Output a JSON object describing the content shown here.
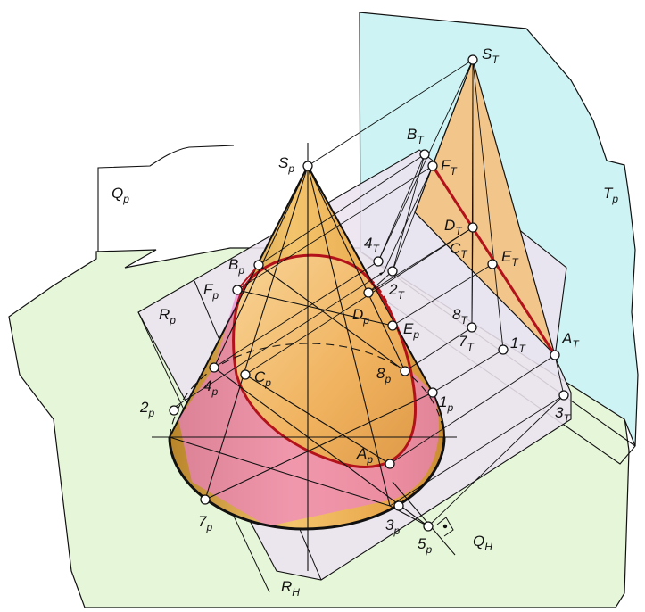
{
  "colors": {
    "ground": "#e6f7d9",
    "profile_plane": "#cdf3f4",
    "section_plane": "#ece3ef",
    "cone_dark": "#c89332",
    "cone_light": "#f2c26a",
    "section_fill": "#ee7fd0",
    "section_edge": "#b3121b",
    "ink": "#111111"
  },
  "labels": {
    "Q_p": {
      "main": "Q",
      "sub": "p"
    },
    "T_p": {
      "main": "T",
      "sub": "p"
    },
    "R_p": {
      "main": "R",
      "sub": "p"
    },
    "R_H": {
      "main": "R",
      "sub": "H"
    },
    "Q_H": {
      "main": "Q",
      "sub": "H"
    },
    "S_p": {
      "main": "S",
      "sub": "p"
    },
    "S_T": {
      "main": "S",
      "sub": "T"
    },
    "B_T": {
      "main": "B",
      "sub": "T"
    },
    "F_T": {
      "main": "F",
      "sub": "T"
    },
    "D_T": {
      "main": "D",
      "sub": "T"
    },
    "C_T": {
      "main": "C",
      "sub": "T"
    },
    "E_T": {
      "main": "E",
      "sub": "T"
    },
    "A_T": {
      "main": "A",
      "sub": "T"
    },
    "4_T": {
      "main": "4",
      "sub": "T"
    },
    "2_T": {
      "main": "2",
      "sub": "T"
    },
    "8_T": {
      "main": "8",
      "sub": "T"
    },
    "7_T": {
      "main": "7",
      "sub": "T"
    },
    "1_T": {
      "main": "1",
      "sub": "T"
    },
    "3_T": {
      "main": "3",
      "sub": "T"
    },
    "B_p": {
      "main": "B",
      "sub": "p"
    },
    "F_p": {
      "main": "F",
      "sub": "p"
    },
    "D_p": {
      "main": "D",
      "sub": "p"
    },
    "E_p": {
      "main": "E",
      "sub": "p"
    },
    "C_p": {
      "main": "C",
      "sub": "p"
    },
    "4_p": {
      "main": "4",
      "sub": "p"
    },
    "8_p": {
      "main": "8",
      "sub": "p"
    },
    "1_p": {
      "main": "1",
      "sub": "p"
    },
    "2_p": {
      "main": "2",
      "sub": "p"
    },
    "A_p": {
      "main": "A",
      "sub": "p"
    },
    "7_p": {
      "main": "7",
      "sub": "p"
    },
    "3_p": {
      "main": "3",
      "sub": "p"
    },
    "5_p": {
      "main": "5",
      "sub": "p"
    }
  }
}
